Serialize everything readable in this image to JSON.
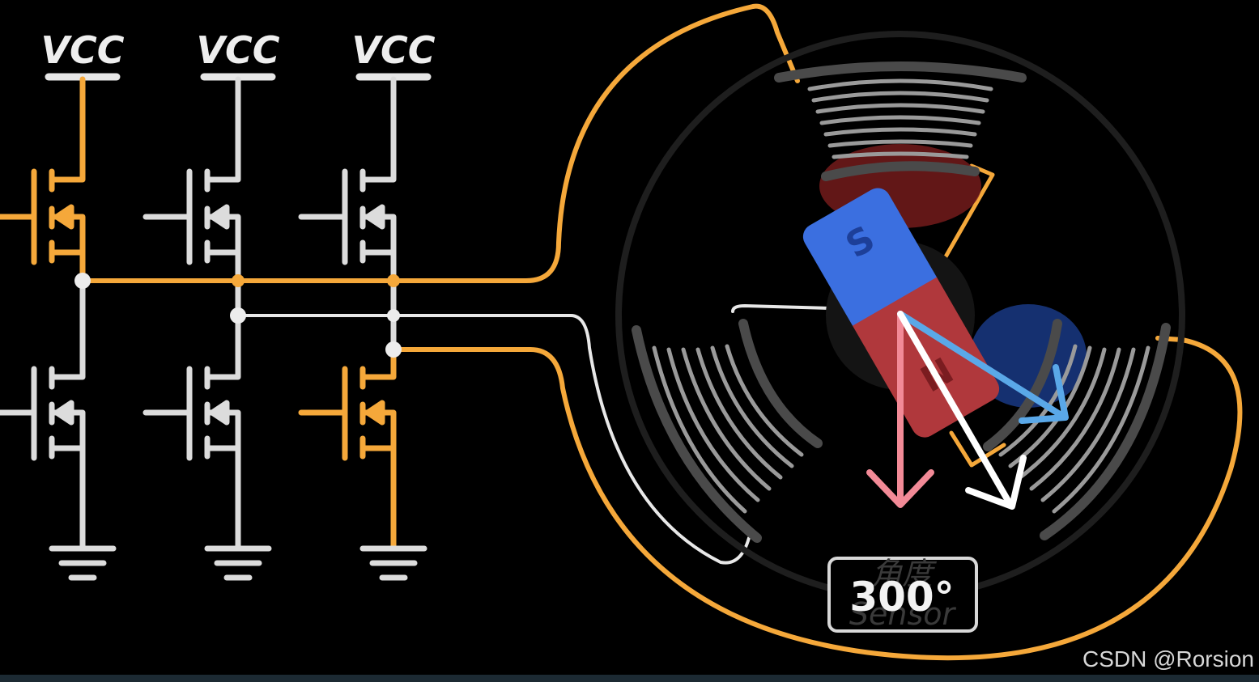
{
  "circuit": {
    "supply_label": "VCC",
    "columns": [
      {
        "label": "VCC",
        "high_side_on": true,
        "low_side_on": false
      },
      {
        "label": "VCC",
        "high_side_on": false,
        "low_side_on": false
      },
      {
        "label": "VCC",
        "high_side_on": false,
        "low_side_on": true
      }
    ]
  },
  "motor": {
    "angle_readout": "300°",
    "sensor_ghost_text": "Sensor",
    "sensor_ghost_cn": "角度",
    "magnet_south": "S",
    "magnet_north": "N"
  },
  "watermark": "CSDN @Rorsion",
  "colors": {
    "active": "#f5a83a",
    "inactive": "#dcdcdc",
    "magnet_south": "#3b6fe0",
    "magnet_north": "#b0383c",
    "arrow_pink": "#f28a97",
    "arrow_blue": "#5aa8e8",
    "arrow_white": "#ffffff"
  }
}
